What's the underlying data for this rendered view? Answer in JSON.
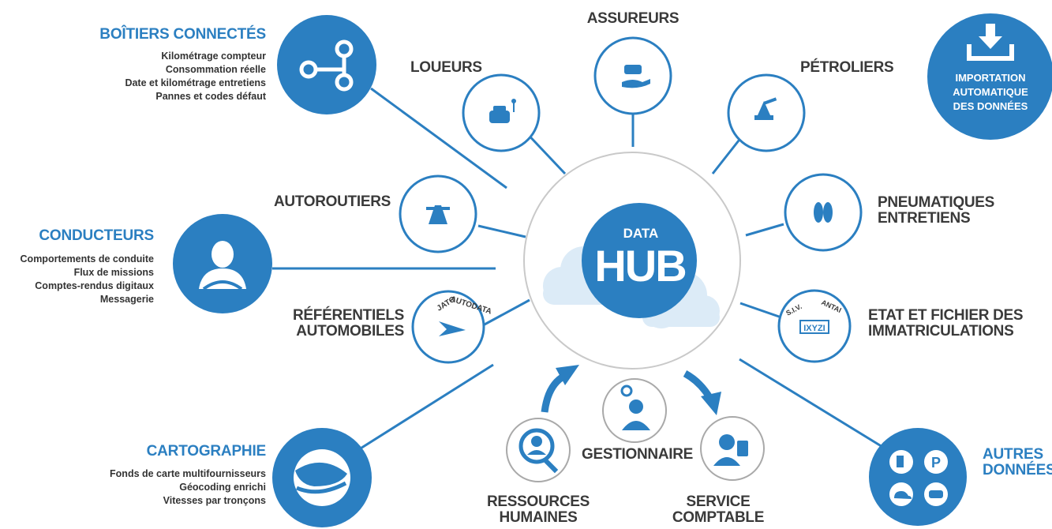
{
  "colors": {
    "primary": "#2b7fc1",
    "text_dark": "#3a3a3a",
    "ring": "#2b7fc1",
    "hub_cloud": "#dcebf7"
  },
  "hub": {
    "small": "DATA",
    "big": "HUB"
  },
  "import": {
    "line1": "IMPORTATION",
    "line2": "AUTOMATIQUE",
    "line3": "DES DONNÉES",
    "icon": "download-icon"
  },
  "boitiers": {
    "title": "BOÎTIERS CONNECTÉS",
    "items": [
      "Kilométrage compteur",
      "Consommation réelle",
      "Date et kilométrage entretiens",
      "Pannes et codes défaut"
    ],
    "icon": "share-nodes-icon"
  },
  "conducteurs": {
    "title": "CONDUCTEURS",
    "items": [
      "Comportements de conduite",
      "Flux de missions",
      "Comptes-rendus digitaux",
      "Messagerie"
    ],
    "icon": "driver-icon"
  },
  "cartographie": {
    "title": "CARTOGRAPHIE",
    "items": [
      "Fonds de carte multifournisseurs",
      "Géocoding enrichi",
      "Vitesses par tronçons"
    ],
    "icon": "globe-icon"
  },
  "autres": {
    "line1": "AUTRES",
    "line2": "DONNÉES",
    "icon": "other-data-icon"
  },
  "partners": {
    "loueurs": "LOUEURS",
    "assureurs": "ASSUREURS",
    "petroliers": "PÉTROLIERS",
    "autoroutiers": "AUTOROUTIERS",
    "pneumatiques_1": "PNEUMATIQUES",
    "pneumatiques_2": "ENTRETIENS",
    "referentiels_1": "RÉFÉRENTIELS",
    "referentiels_2": "AUTOMOBILES",
    "etat_1": "ETAT ET FICHIER DES",
    "etat_2": "IMMATRICULATIONS",
    "gestionnaire": "GESTIONNAIRE",
    "rh_1": "RESSOURCES",
    "rh_2": "HUMAINES",
    "service_1": "SERVICE",
    "service_2": "COMPTABLE"
  },
  "badges": {
    "jato": "JATO",
    "autodata": "AUTODATA",
    "siv": "S.I.V.",
    "antai": "ANTAI",
    "plate": "IXYZI",
    "parking": "P"
  }
}
